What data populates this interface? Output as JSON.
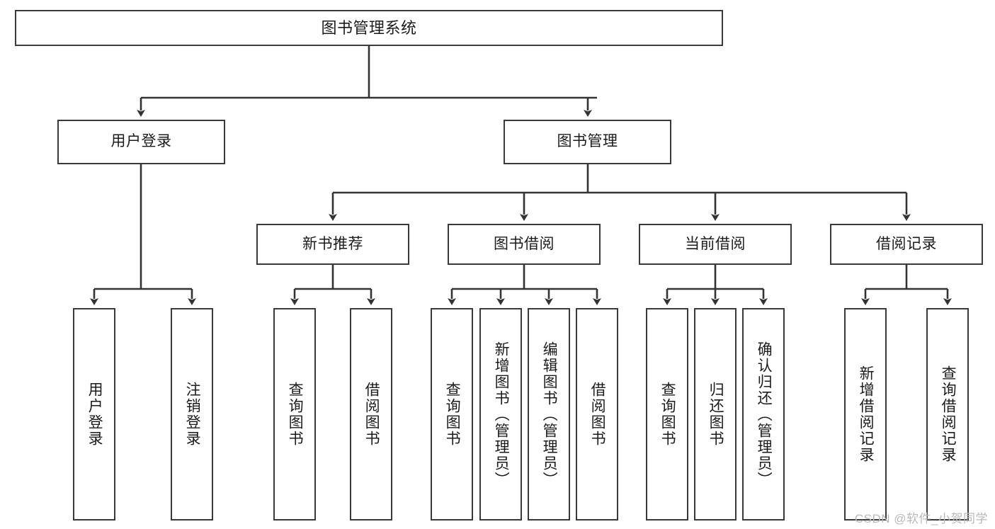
{
  "diagram": {
    "type": "tree",
    "title": "图书管理系统",
    "orientation": "top-down",
    "colors": {
      "box_border": "#3a3a3a",
      "box_fill": "#ffffff",
      "connector": "#333333",
      "text": "#1b1b1b",
      "watermark": "#b9b9b9",
      "background": "#ffffff"
    },
    "root": {
      "label": "图书管理系统"
    },
    "level2": [
      {
        "label": "用户登录"
      },
      {
        "label": "图书管理"
      }
    ],
    "level3": [
      {
        "label": "新书推荐"
      },
      {
        "label": "图书借阅"
      },
      {
        "label": "当前借阅"
      },
      {
        "label": "借阅记录"
      }
    ],
    "leaves": {
      "user_login": [
        {
          "label": "用户登录"
        },
        {
          "label": "注销登录"
        }
      ],
      "new_book_recommend": [
        {
          "label": "查询图书"
        },
        {
          "label": "借阅图书"
        }
      ],
      "book_borrow": [
        {
          "label": "查询图书"
        },
        {
          "label": "新增图书（管理员）"
        },
        {
          "label": "编辑图书（管理员）"
        },
        {
          "label": "借阅图书"
        }
      ],
      "current_borrow": [
        {
          "label": "查询图书"
        },
        {
          "label": "归还图书"
        },
        {
          "label": "确认归还（管理员）"
        }
      ],
      "borrow_record": [
        {
          "label": "新增借阅记录"
        },
        {
          "label": "查询借阅记录"
        }
      ]
    }
  },
  "watermark": {
    "text": "CSDN @软件_小贺同学"
  }
}
